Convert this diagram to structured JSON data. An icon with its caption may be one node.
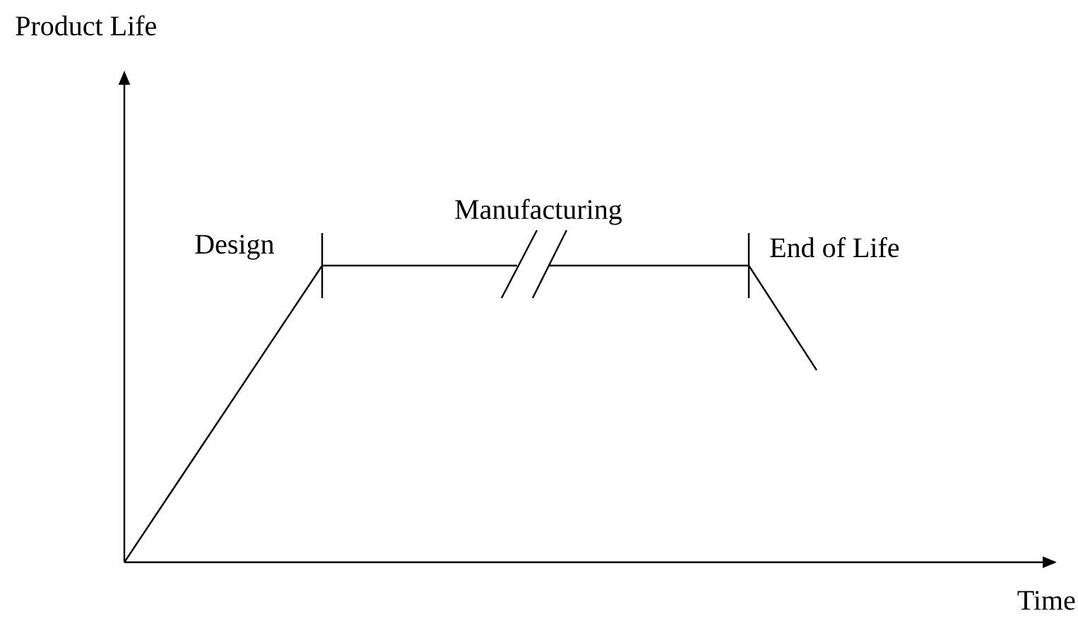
{
  "diagram": {
    "labels": [
      "Product Life",
      "Design",
      "Manufacturing",
      "End of Life",
      "Time"
    ]
  }
}
